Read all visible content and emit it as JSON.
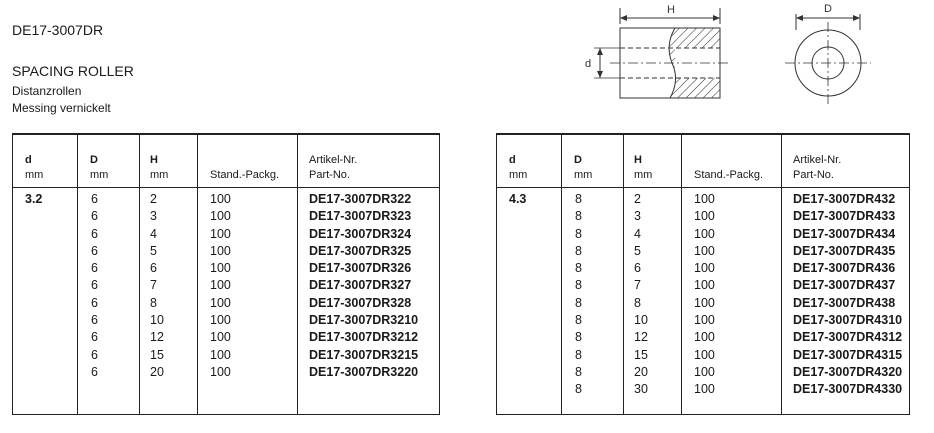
{
  "header": {
    "code": "DE17-3007DR",
    "title": "SPACING ROLLER",
    "subtitle_de": "Distanzrollen",
    "subtitle_material": "Messing vernickelt"
  },
  "drawing": {
    "label_h": "H",
    "label_d_small": "d",
    "label_d_large": "D"
  },
  "table_headers": {
    "d": "d",
    "d_unit": "mm",
    "D": "D",
    "D_unit": "mm",
    "H": "H",
    "H_unit": "mm",
    "pack": "Stand.-Packg.",
    "art_de": "Artikel-Nr.",
    "art_en": "Part-No."
  },
  "tables": [
    {
      "d_value": "3.2",
      "rows": [
        {
          "D": "6",
          "H": "2",
          "pack": "100",
          "part": "DE17-3007DR322"
        },
        {
          "D": "6",
          "H": "3",
          "pack": "100",
          "part": "DE17-3007DR323"
        },
        {
          "D": "6",
          "H": "4",
          "pack": "100",
          "part": "DE17-3007DR324"
        },
        {
          "D": "6",
          "H": "5",
          "pack": "100",
          "part": "DE17-3007DR325"
        },
        {
          "D": "6",
          "H": "6",
          "pack": "100",
          "part": "DE17-3007DR326"
        },
        {
          "D": "6",
          "H": "7",
          "pack": "100",
          "part": "DE17-3007DR327"
        },
        {
          "D": "6",
          "H": "8",
          "pack": "100",
          "part": "DE17-3007DR328"
        },
        {
          "D": "6",
          "H": "10",
          "pack": "100",
          "part": "DE17-3007DR3210"
        },
        {
          "D": "6",
          "H": "12",
          "pack": "100",
          "part": "DE17-3007DR3212"
        },
        {
          "D": "6",
          "H": "15",
          "pack": "100",
          "part": "DE17-3007DR3215"
        },
        {
          "D": "6",
          "H": "20",
          "pack": "100",
          "part": "DE17-3007DR3220"
        }
      ]
    },
    {
      "d_value": "4.3",
      "rows": [
        {
          "D": "8",
          "H": "2",
          "pack": "100",
          "part": "DE17-3007DR432"
        },
        {
          "D": "8",
          "H": "3",
          "pack": "100",
          "part": "DE17-3007DR433"
        },
        {
          "D": "8",
          "H": "4",
          "pack": "100",
          "part": "DE17-3007DR434"
        },
        {
          "D": "8",
          "H": "5",
          "pack": "100",
          "part": "DE17-3007DR435"
        },
        {
          "D": "8",
          "H": "6",
          "pack": "100",
          "part": "DE17-3007DR436"
        },
        {
          "D": "8",
          "H": "7",
          "pack": "100",
          "part": "DE17-3007DR437"
        },
        {
          "D": "8",
          "H": "8",
          "pack": "100",
          "part": "DE17-3007DR438"
        },
        {
          "D": "8",
          "H": "10",
          "pack": "100",
          "part": "DE17-3007DR4310"
        },
        {
          "D": "8",
          "H": "12",
          "pack": "100",
          "part": "DE17-3007DR4312"
        },
        {
          "D": "8",
          "H": "15",
          "pack": "100",
          "part": "DE17-3007DR4315"
        },
        {
          "D": "8",
          "H": "20",
          "pack": "100",
          "part": "DE17-3007DR4320"
        },
        {
          "D": "8",
          "H": "30",
          "pack": "100",
          "part": "DE17-3007DR4330"
        }
      ]
    }
  ]
}
